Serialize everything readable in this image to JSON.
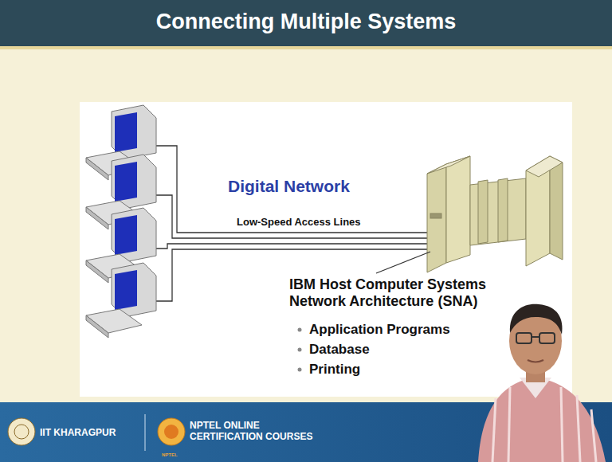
{
  "diagram": {
    "title": "Connecting Multiple Systems",
    "labels": [
      "Digital Network",
      "Low-Speed Access Lines",
      "IBM Host Computer Systems Network Architecture (SNA)",
      "Application Programs",
      "Database",
      "Printing",
      "IIT KHARAGPUR",
      "NPTEL ONLINE CERTIFICATION COURSES",
      "NPTEL"
    ]
  }
}
